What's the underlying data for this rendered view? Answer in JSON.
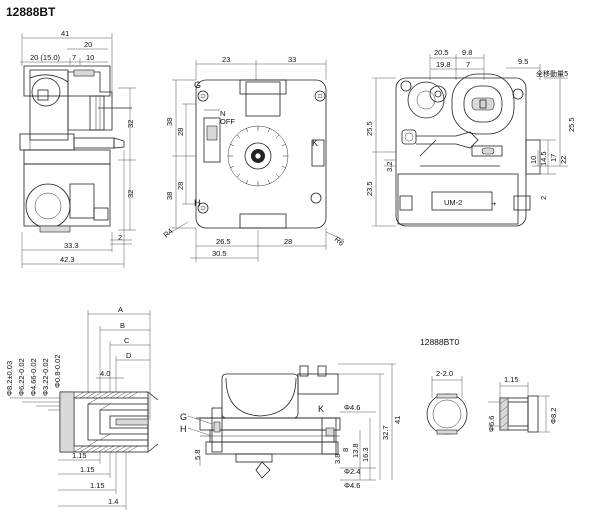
{
  "titles": {
    "main": "12888BT",
    "variant": "12888BT0"
  },
  "view_side": {
    "dims": [
      "41",
      "20",
      "20 (15.0)",
      "7",
      "10",
      "32",
      "32",
      "33.3",
      "2",
      "42.3"
    ]
  },
  "view_front": {
    "dims": [
      "23",
      "33",
      "38",
      "28",
      "38",
      "28",
      "26.5",
      "28",
      "30.5",
      "R4",
      "R6"
    ],
    "letters": [
      "G",
      "H",
      "K",
      "N",
      "OFF"
    ]
  },
  "view_back": {
    "dims": [
      "20.5",
      "9.8",
      "19.8",
      "7",
      "9.5",
      "25.5",
      "25.5",
      "3.2",
      "2",
      "10",
      "14.5",
      "17",
      "22",
      "23.5"
    ],
    "note": "全移動量5",
    "label": "UM-2"
  },
  "view_section": {
    "letters": [
      "A",
      "B",
      "C",
      "D"
    ],
    "dims": [
      "Φ8.2±0.03",
      "Φ6.22-0.02",
      "Φ4.66-0.02",
      "Φ3.22-0.02",
      "Φ0.8-0.02",
      "4.0",
      "1.15",
      "1.15",
      "1.15",
      "1.4"
    ]
  },
  "view_assembly": {
    "letters": [
      "G",
      "H",
      "K"
    ],
    "dims": [
      "Φ4.6",
      "5.8",
      "13.8",
      "16.3",
      "32.7",
      "41",
      "Φ2.4",
      "Φ4.6",
      "3.8",
      "8"
    ]
  },
  "view_bt0": {
    "dims": [
      "2-2.0",
      "1.15",
      "Φ6.6",
      "Φ8.2"
    ]
  }
}
